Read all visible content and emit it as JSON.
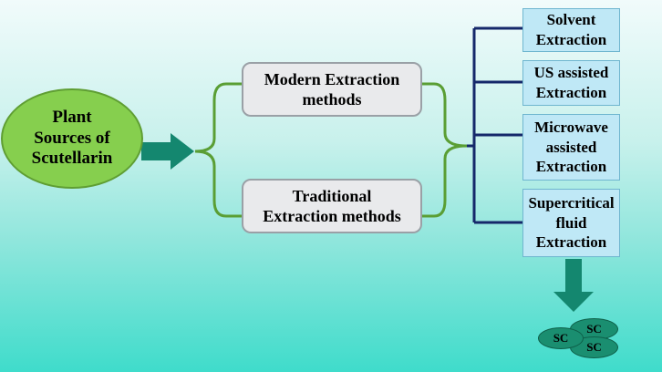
{
  "source": {
    "lines": [
      "Plant",
      "Sources of",
      "Scutellarin"
    ]
  },
  "methods": [
    {
      "lines": [
        "Modern Extraction",
        "methods"
      ]
    },
    {
      "lines": [
        "Traditional",
        "Extraction methods"
      ]
    }
  ],
  "techniques": [
    {
      "lines": [
        "Solvent",
        "Extraction"
      ]
    },
    {
      "lines": [
        "US assisted",
        "Extraction"
      ]
    },
    {
      "lines": [
        "Microwave",
        "assisted",
        "Extraction"
      ]
    },
    {
      "lines": [
        "Supercritical",
        "fluid",
        "Extraction"
      ]
    }
  ],
  "product": {
    "labels": [
      "SC",
      "SC",
      "SC"
    ]
  },
  "colors": {
    "source_fill": "#86cf4e",
    "bracket_green": "#5a9e34",
    "bracket_navy": "#15286a",
    "arrow_teal": "#14876f",
    "tech_fill": "#bfe8f6",
    "method_fill": "#e9eaec"
  }
}
